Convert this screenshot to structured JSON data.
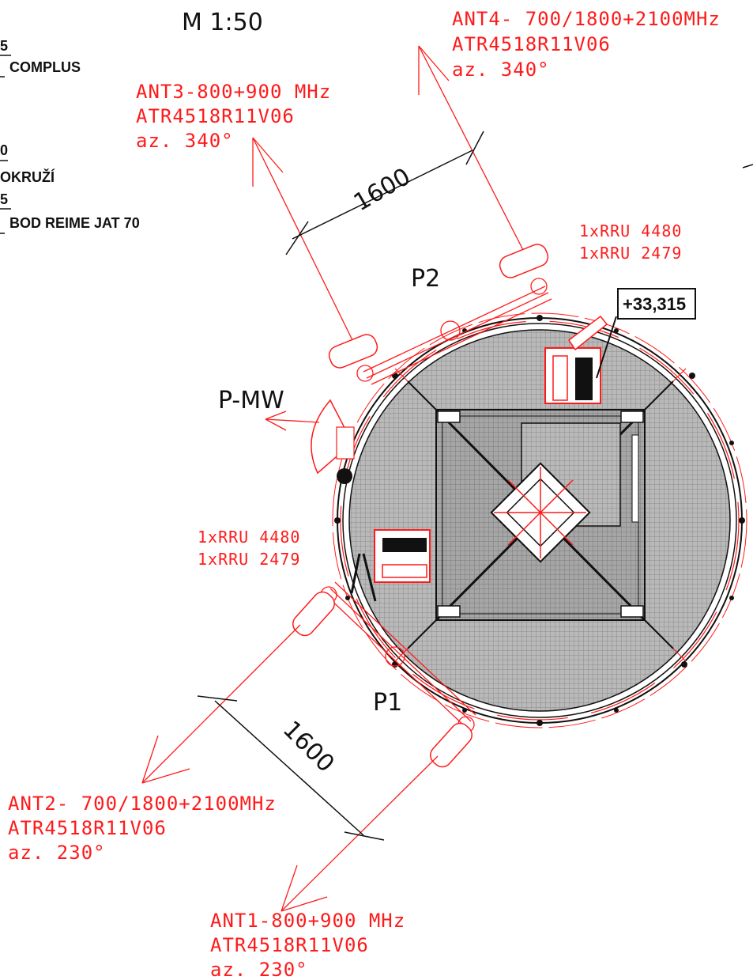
{
  "scale": "M 1:50",
  "legend": {
    "item1": "COMPLUS",
    "item2": "OKRUŽÍ",
    "item3": "BOD REIME JAT 70",
    "frag1": "5",
    "frag2": "0",
    "frag3": "5"
  },
  "antennas": {
    "ant1": {
      "title": "ANT1-800+900 MHz",
      "model": "ATR4518R11V06",
      "azimuth": "az. 230°"
    },
    "ant2": {
      "title": "ANT2- 700/1800+2100MHz",
      "model": "ATR4518R11V06",
      "azimuth": "az. 230°"
    },
    "ant3": {
      "title": "ANT3-800+900 MHz",
      "model": "ATR4518R11V06",
      "azimuth": "az. 340°"
    },
    "ant4": {
      "title": "ANT4- 700/1800+2100MHz",
      "model": "ATR4518R11V06",
      "azimuth": "az. 340°"
    }
  },
  "rru": {
    "top": {
      "line1": "1xRRU 4480",
      "line2": "1xRRU 2479"
    },
    "left": {
      "line1": "1xRRU 4480",
      "line2": "1xRRU 2479"
    }
  },
  "positions": {
    "p1": "P1",
    "p2": "P2",
    "pmw": "P-MW"
  },
  "dimensions": {
    "upper": "1600",
    "lower": "1600"
  },
  "elevation": "+33,315",
  "colors": {
    "annotation": "#ff1a1a",
    "linework": "#111111",
    "platform": "#b4b4b4"
  }
}
